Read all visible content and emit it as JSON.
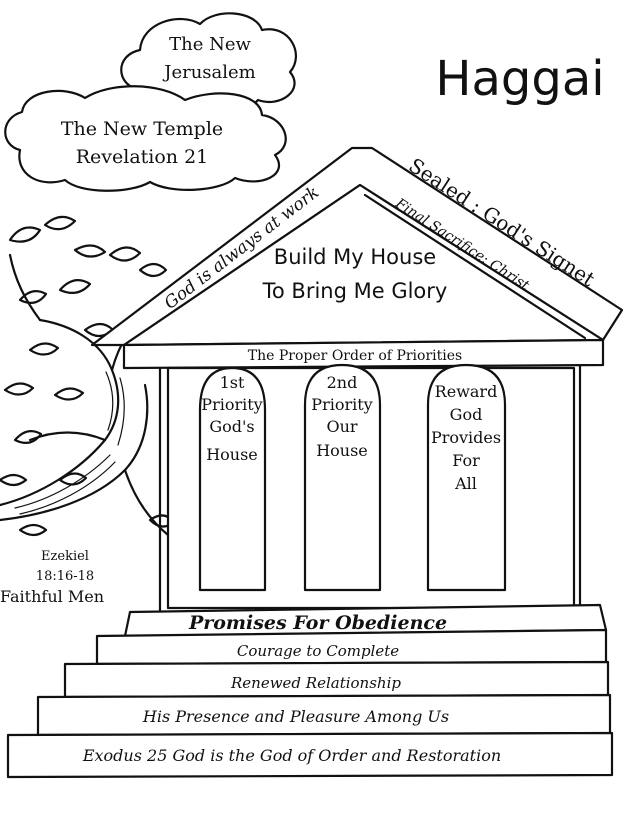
{
  "page": {
    "book_title": "Haggai"
  },
  "clouds": {
    "top_line1": "The New",
    "top_line2": "Jerusalem",
    "bottom_line1": "The New Temple",
    "bottom_line2": "Revelation 21"
  },
  "roof": {
    "left_slope": "God is always at work",
    "right_slope": "Sealed : God's Signet",
    "right_inner": "Final Sacrifice: Christ"
  },
  "pediment": {
    "line1": "Build My House",
    "line2": "To Bring Me Glory"
  },
  "beam": {
    "text": "The Proper Order of Priorities"
  },
  "arches": [
    {
      "lines": [
        "1st",
        "Priority",
        "God's",
        "House"
      ]
    },
    {
      "lines": [
        "2nd",
        "Priority",
        "Our",
        "House"
      ]
    },
    {
      "lines": [
        "Reward",
        "God",
        "Provides",
        "For",
        "All"
      ]
    }
  ],
  "tree": {
    "ref_line1": "Ezekiel",
    "ref_line2": "18:16-18",
    "ref_line3": "Faithful Men"
  },
  "steps": {
    "header": "Promises For Obedience",
    "step1": "Courage to Complete",
    "step2": "Renewed Relationship",
    "step3": "His Presence and Pleasure Among Us",
    "step4": "Exodus 25 God is the God of Order and Restoration"
  }
}
